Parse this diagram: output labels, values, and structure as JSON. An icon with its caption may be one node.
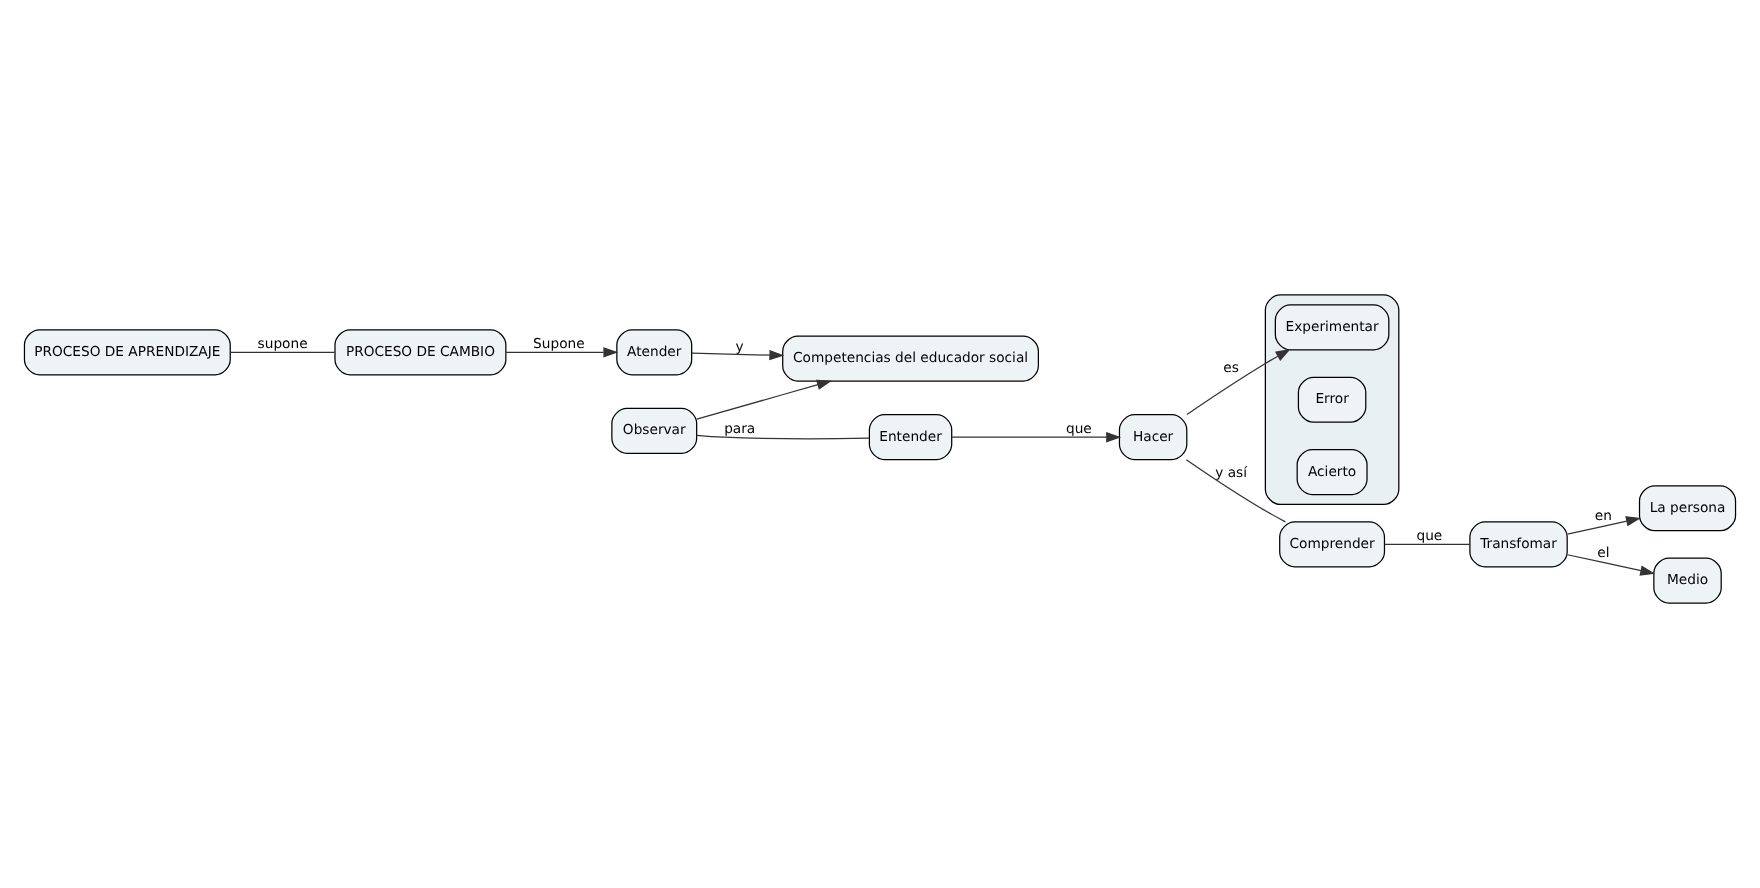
{
  "diagram": {
    "nodes": [
      {
        "text": [
          "Competencias del educador social"
        ]
      },
      {
        "text": [],
        "shape": "box"
      },
      {
        "text": [
          "Experimentar"
        ],
        "in": 1
      },
      {
        "text": [
          "Error"
        ],
        "in": 1
      },
      {
        "text": [
          "Acierto"
        ],
        "in": 1
      },
      {
        "text": [
          "Atender"
        ]
      },
      {
        "text": [
          "Observar"
        ]
      },
      {
        "text": [
          "Entender"
        ]
      },
      {
        "text": [
          "Hacer"
        ]
      },
      {
        "text": [
          "PROCESO DE CAMBIO"
        ]
      },
      {
        "text": [
          "Comprender"
        ]
      },
      {
        "text": [
          "PROCESO DE APRENDIZAJE"
        ]
      },
      {
        "text": [
          "La persona"
        ]
      },
      {
        "text": [
          "Transfomar"
        ]
      },
      {
        "text": [
          "Medio"
        ]
      }
    ],
    "edges": [
      {
        "from": 5,
        "to": 0,
        "arrow": "to",
        "label": "y"
      },
      {
        "from": 6,
        "to": 0,
        "arrow": "to"
      },
      {
        "from": 6,
        "to": 7,
        "arrow": "none",
        "label": "para"
      },
      {
        "from": 7,
        "to": 8,
        "arrow": "to",
        "label": "que"
      },
      {
        "from": 8,
        "to": 2,
        "arrow": "to",
        "label": "es"
      },
      {
        "from": 9,
        "to": 5,
        "arrow": "to",
        "label": "Supone"
      },
      {
        "from": 8,
        "to": 10,
        "arrow": "none",
        "label": "y así"
      },
      {
        "from": 11,
        "to": 9,
        "arrow": "none",
        "label": "supone"
      },
      {
        "from": 10,
        "to": 13,
        "arrow": "none",
        "label": "que"
      },
      {
        "from": 13,
        "to": 12,
        "arrow": "to",
        "label": "en"
      },
      {
        "from": 13,
        "to": 14,
        "arrow": "to",
        "label": "el"
      }
    ]
  }
}
